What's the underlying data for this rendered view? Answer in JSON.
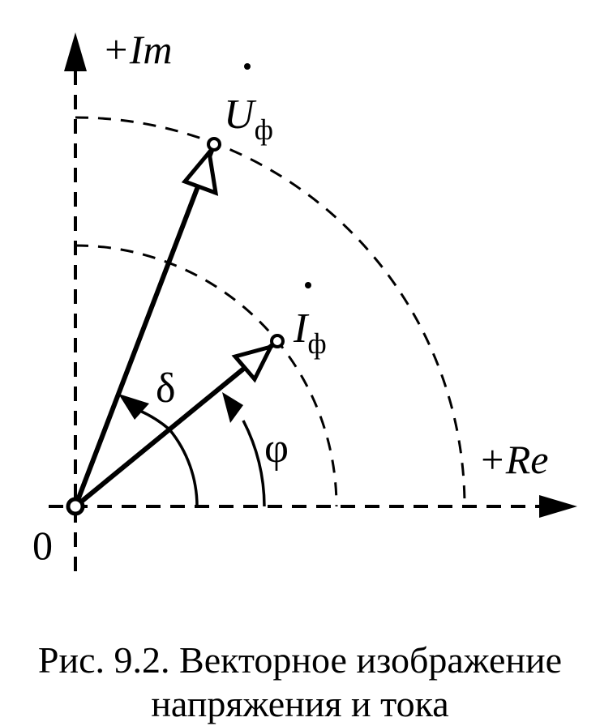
{
  "diagram": {
    "axis_im_label": "+Im",
    "axis_re_label": "+Re",
    "origin_label": "0",
    "voltage_vector": {
      "symbol": "U",
      "subscript": "ф"
    },
    "current_vector": {
      "symbol": "I",
      "subscript": "ф"
    },
    "angle_delta": "δ",
    "angle_phi": "φ"
  },
  "caption": {
    "line1": "Рис. 9.2. Векторное изображение",
    "line2": "напряжения и тока"
  }
}
